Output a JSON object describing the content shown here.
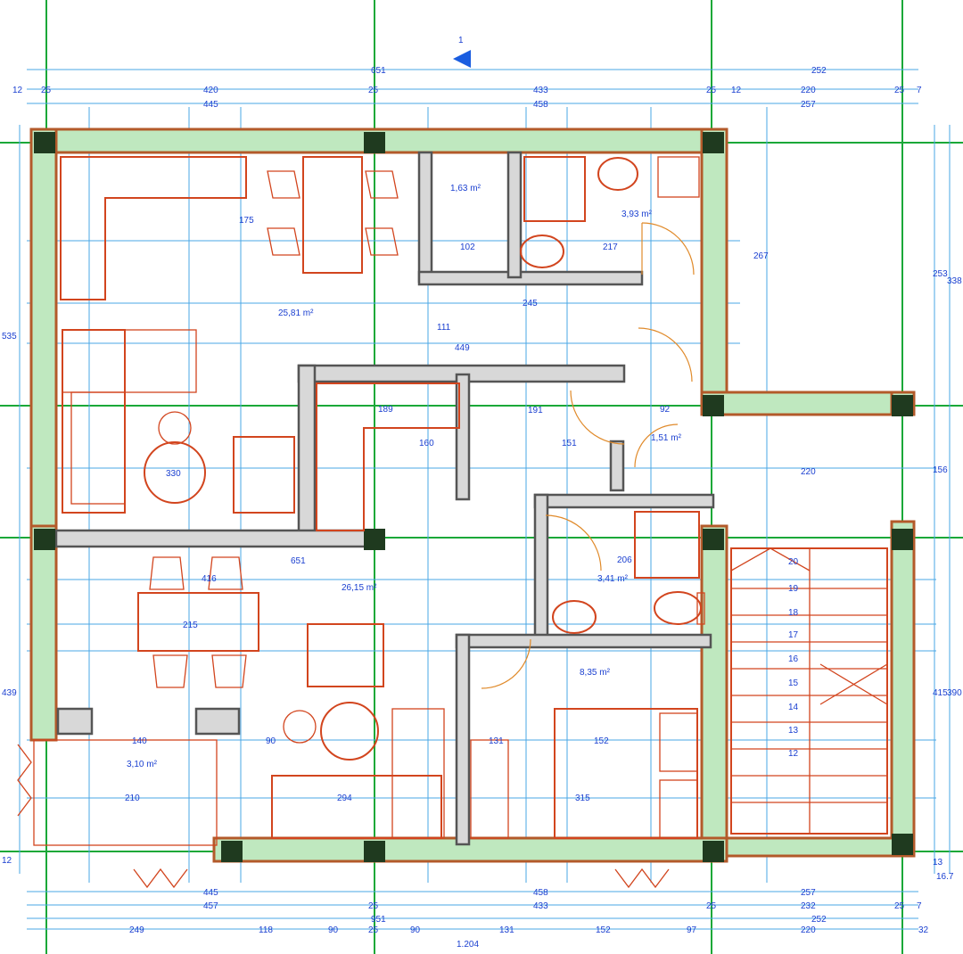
{
  "north_marker": "1",
  "top_dims": {
    "row1": [
      "651",
      "252"
    ],
    "row2": [
      "12",
      "25",
      "420",
      "25",
      "433",
      "25",
      "12",
      "220",
      "25",
      "7"
    ],
    "row3": [
      "445",
      "458",
      "257"
    ]
  },
  "bottom_dims": {
    "row1": [
      "445",
      "458",
      "257"
    ],
    "row2": [
      "457",
      "25",
      "433",
      "25",
      "232",
      "25",
      "7"
    ],
    "row3": [
      "951",
      "252"
    ],
    "row4": [
      "249",
      "118",
      "90",
      "25",
      "90",
      "131",
      "152",
      "97",
      "220",
      "32"
    ],
    "total": "1.204"
  },
  "right_dims": [
    "253",
    "338",
    "156",
    "415",
    "390",
    "13",
    "16.7"
  ],
  "left_dims": [
    "535",
    "439",
    "12"
  ],
  "rooms": {
    "living_top": "25,81 m²",
    "wc_small": "1,63 m²",
    "bath_top": "3,93 m²",
    "hall": "1,51 m²",
    "living_bottom": "26,15 m²",
    "bath_mid": "3,41 m²",
    "bedroom": "8,35 m²",
    "terrace": "3,10 m²"
  },
  "inner_dims": [
    "449",
    "651",
    "267",
    "111",
    "102",
    "217",
    "245",
    "191",
    "189",
    "160",
    "330",
    "416",
    "215",
    "294",
    "315",
    "152",
    "131",
    "210",
    "140",
    "206",
    "220",
    "175",
    "92",
    "151",
    "90"
  ],
  "stairs": [
    "20",
    "19",
    "18",
    "17",
    "16",
    "15",
    "14",
    "13",
    "12"
  ]
}
